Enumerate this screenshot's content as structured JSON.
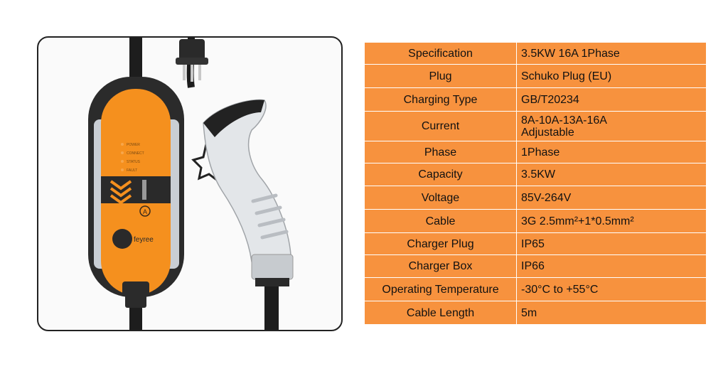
{
  "product": {
    "brand": "feyree",
    "leds": [
      "POWER",
      "CONNECT",
      "STATUS",
      "FAULT"
    ],
    "amp_symbol": "A"
  },
  "specs": [
    {
      "label": "Specification",
      "value": "3.5KW 16A 1Phase"
    },
    {
      "label": "Plug",
      "value": "Schuko Plug (EU)"
    },
    {
      "label": "Charging Type",
      "value": "GB/T20234"
    },
    {
      "label": "Current",
      "value": "8A-10A-13A-16A\nAdjustable"
    },
    {
      "label": "Phase",
      "value": "1Phase"
    },
    {
      "label": "Capacity",
      "value": "3.5KW"
    },
    {
      "label": "Voltage",
      "value": "85V-264V"
    },
    {
      "label": "Cable",
      "value": "3G 2.5mm²+1*0.5mm²"
    },
    {
      "label": "Charger Plug",
      "value": "IP65"
    },
    {
      "label": "Charger Box",
      "value": "IP66"
    },
    {
      "label": "Operating Temperature",
      "value": "-30°C to +55°C"
    },
    {
      "label": "Cable Length",
      "value": "5m"
    }
  ],
  "colors": {
    "accent": "#f7923e",
    "device_orange": "#f5901e",
    "border": "#222222"
  }
}
